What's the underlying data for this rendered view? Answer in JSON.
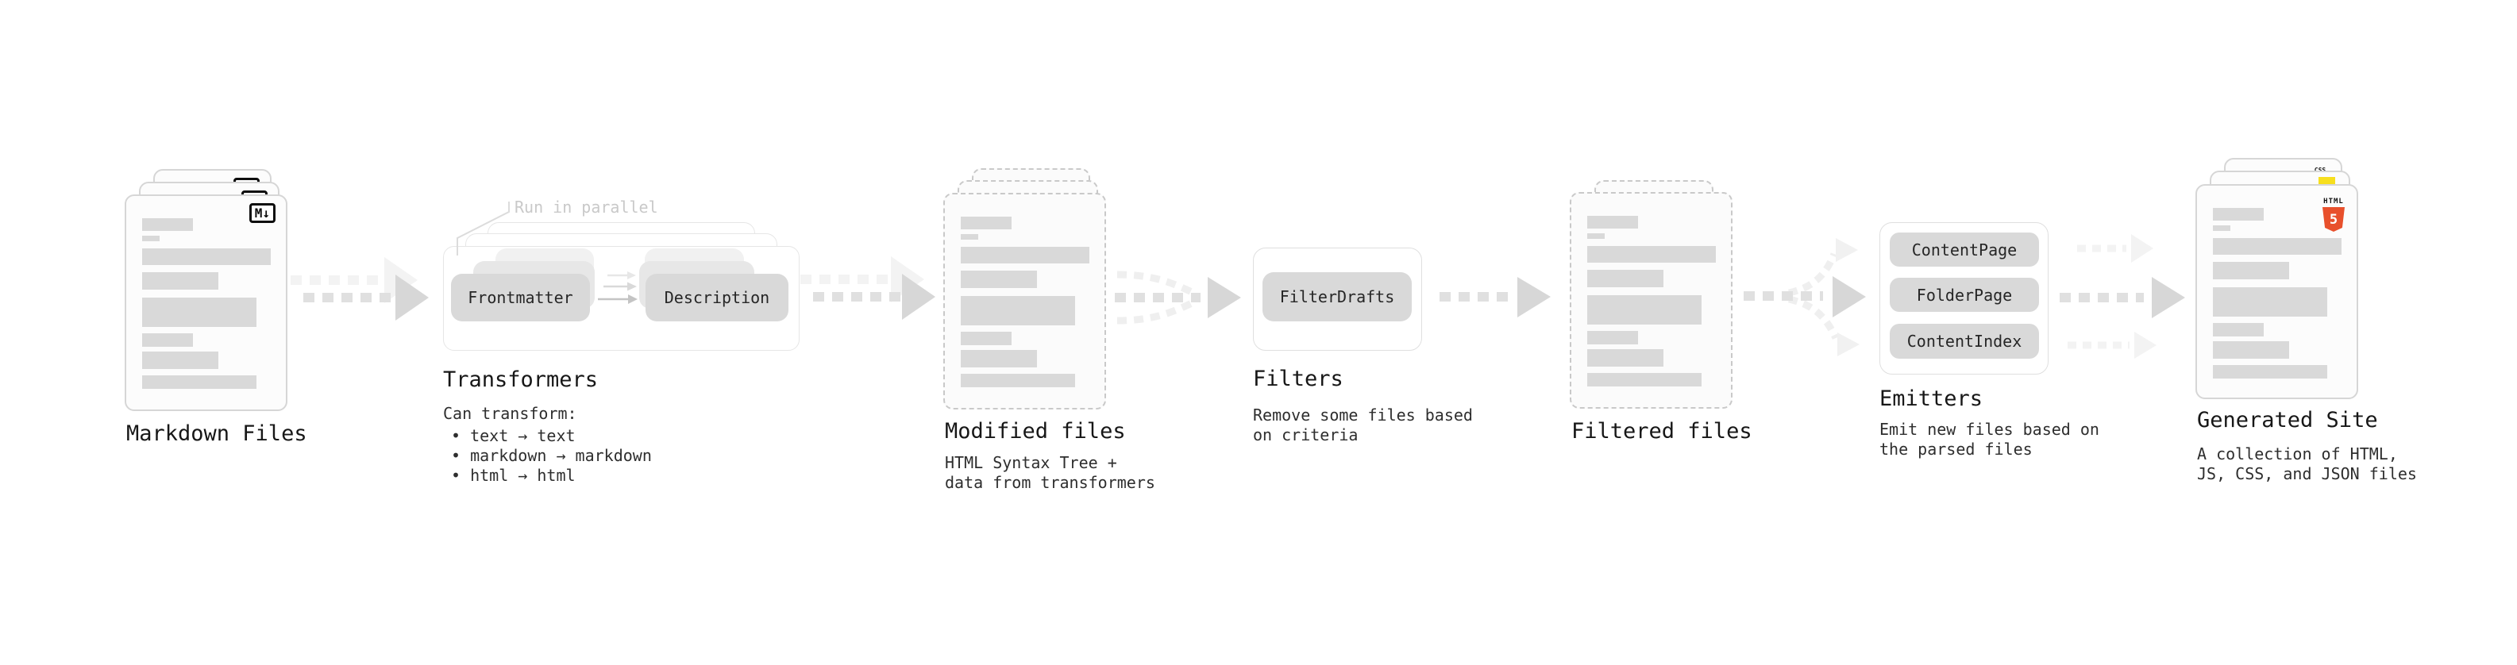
{
  "diagram": {
    "annotation": {
      "run_in_parallel": "Run in parallel"
    },
    "markdown_files": {
      "title": "Markdown Files",
      "badge": "M↓"
    },
    "transformers": {
      "title": "Transformers",
      "chip_left": "Frontmatter",
      "chip_right": "Description",
      "body_heading": "Can transform:",
      "bullets": [
        "• text → text",
        "• markdown → markdown",
        "• html → html"
      ]
    },
    "modified_files": {
      "title": "Modified files",
      "subtitle": "HTML Syntax Tree +\ndata from transformers"
    },
    "filters": {
      "title": "Filters",
      "chip": "FilterDrafts",
      "subtitle": "Remove some files based\non criteria"
    },
    "filtered_files": {
      "title": "Filtered files"
    },
    "emitters": {
      "title": "Emitters",
      "chips": [
        "ContentPage",
        "FolderPage",
        "ContentIndex"
      ],
      "subtitle": "Emit new files based on\nthe parsed files"
    },
    "generated_site": {
      "title": "Generated Site",
      "subtitle": "A collection of HTML,\nJS, CSS, and JSON files",
      "badge_html": "HTML",
      "badge_html_number": "5",
      "badge_css": "CSS"
    },
    "colors": {
      "html5_orange": "#e8502c",
      "js_yellow": "#f7df1e",
      "css_blue": "#2d6fe0",
      "bar_gray": "#d9d9d9",
      "arrow_gray": "#d7d7d7"
    }
  }
}
